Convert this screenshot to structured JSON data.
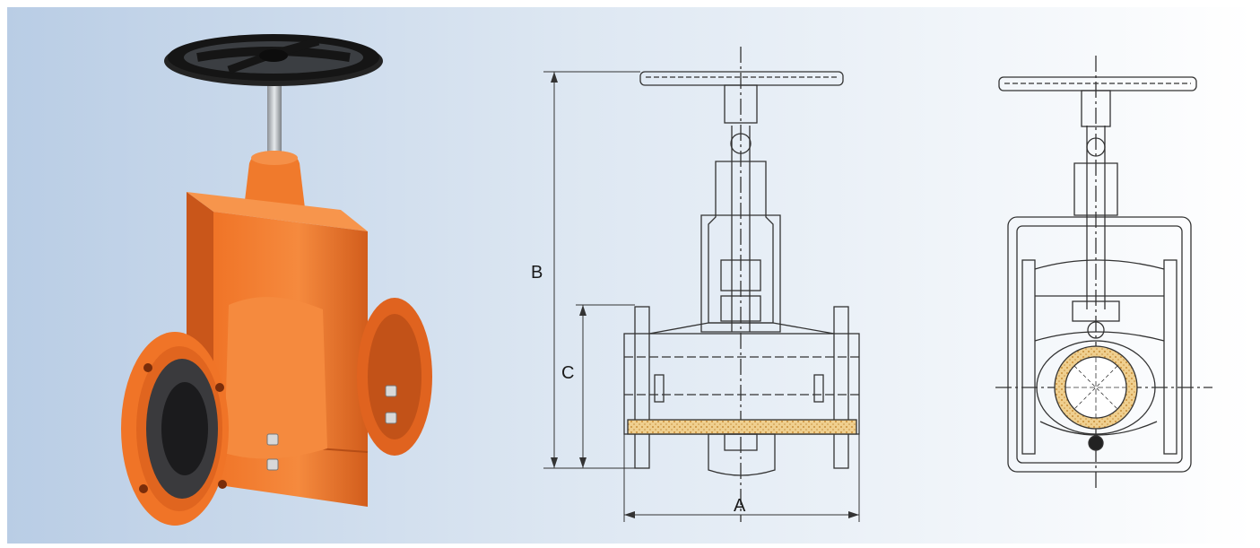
{
  "dimensions": {
    "width_label": "A",
    "height_label": "B",
    "axis_height_label": "C"
  },
  "colors": {
    "background_left": "#bccfe6",
    "background_right": "#ffffff",
    "valve_body": "#ef6f22",
    "valve_body_shadow": "#c9561a",
    "valve_body_highlight": "#f7954c",
    "handwheel": "#1e1e1e",
    "liner": "#3c3c3e",
    "drawing_line": "#333333",
    "liner_hatch": "#e0b66b"
  },
  "icons": {
    "photo": "gate-valve-photo",
    "section_view": "valve-section-drawing",
    "end_view": "valve-end-drawing"
  }
}
